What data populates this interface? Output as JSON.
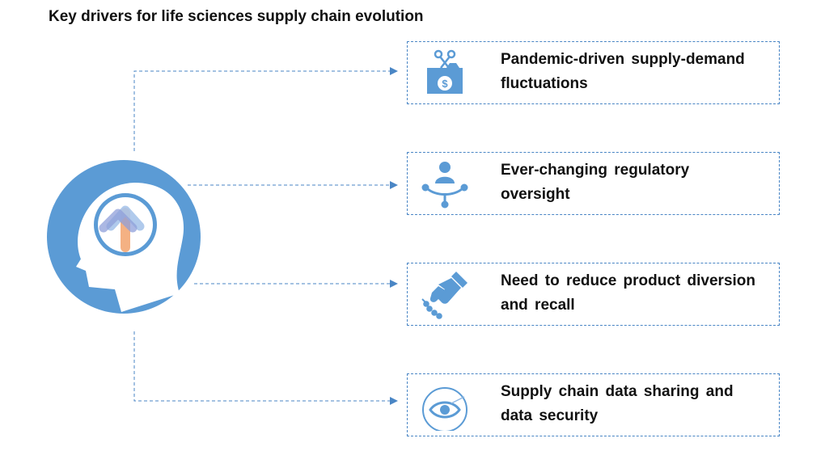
{
  "title": "Key drivers for life sciences supply chain evolution",
  "colors": {
    "accent": "#5b9bd5",
    "connector": "#4a86c5",
    "arrow_orange": "#f4b183",
    "arrow_purple": "#8f9fd9",
    "arrow_blue": "#a7c4ea"
  },
  "drivers": [
    {
      "label": "Pandemic-driven supply-demand fluctuations",
      "icon": "money-scissors-icon"
    },
    {
      "label": "Ever-changing regulatory oversight",
      "icon": "network-person-icon"
    },
    {
      "label": "Need to reduce product diversion and recall",
      "icon": "handshake-icon"
    },
    {
      "label": "Supply chain data sharing and data security",
      "icon": "eye-icon"
    }
  ],
  "central_icon": "head-arrows-icon"
}
